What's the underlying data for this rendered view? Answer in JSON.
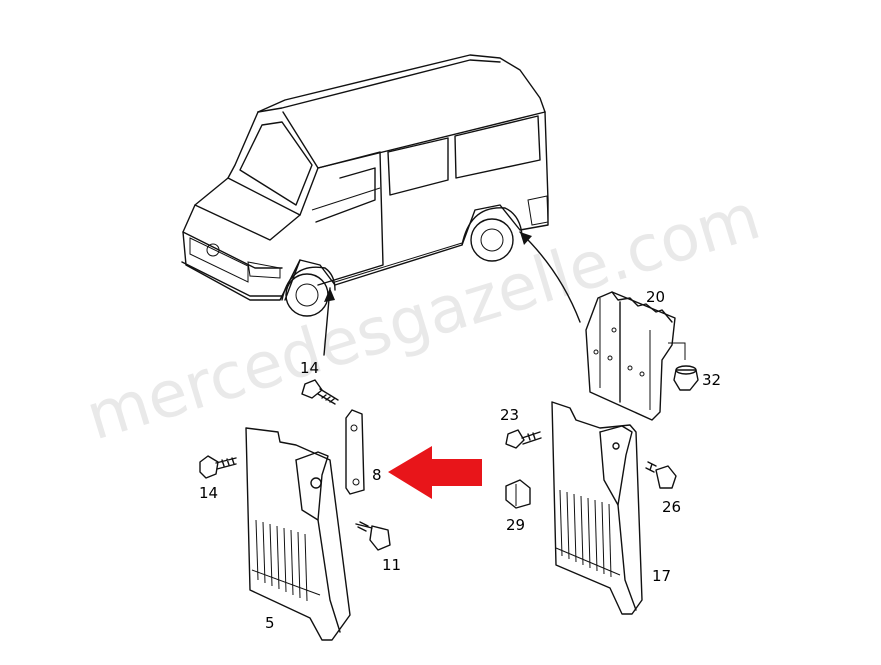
{
  "watermark": "mercedesgazelle.com",
  "labels": {
    "p5": "5",
    "p8": "8",
    "p11": "11",
    "p14_top": "14",
    "p14_left": "14",
    "p17": "17",
    "p20": "20",
    "p23": "23",
    "p26": "26",
    "p29": "29",
    "p32": "32"
  },
  "colors": {
    "arrow": "#e8151a",
    "line": "#111111"
  },
  "icons": {
    "highlight": "red-arrow-icon"
  }
}
